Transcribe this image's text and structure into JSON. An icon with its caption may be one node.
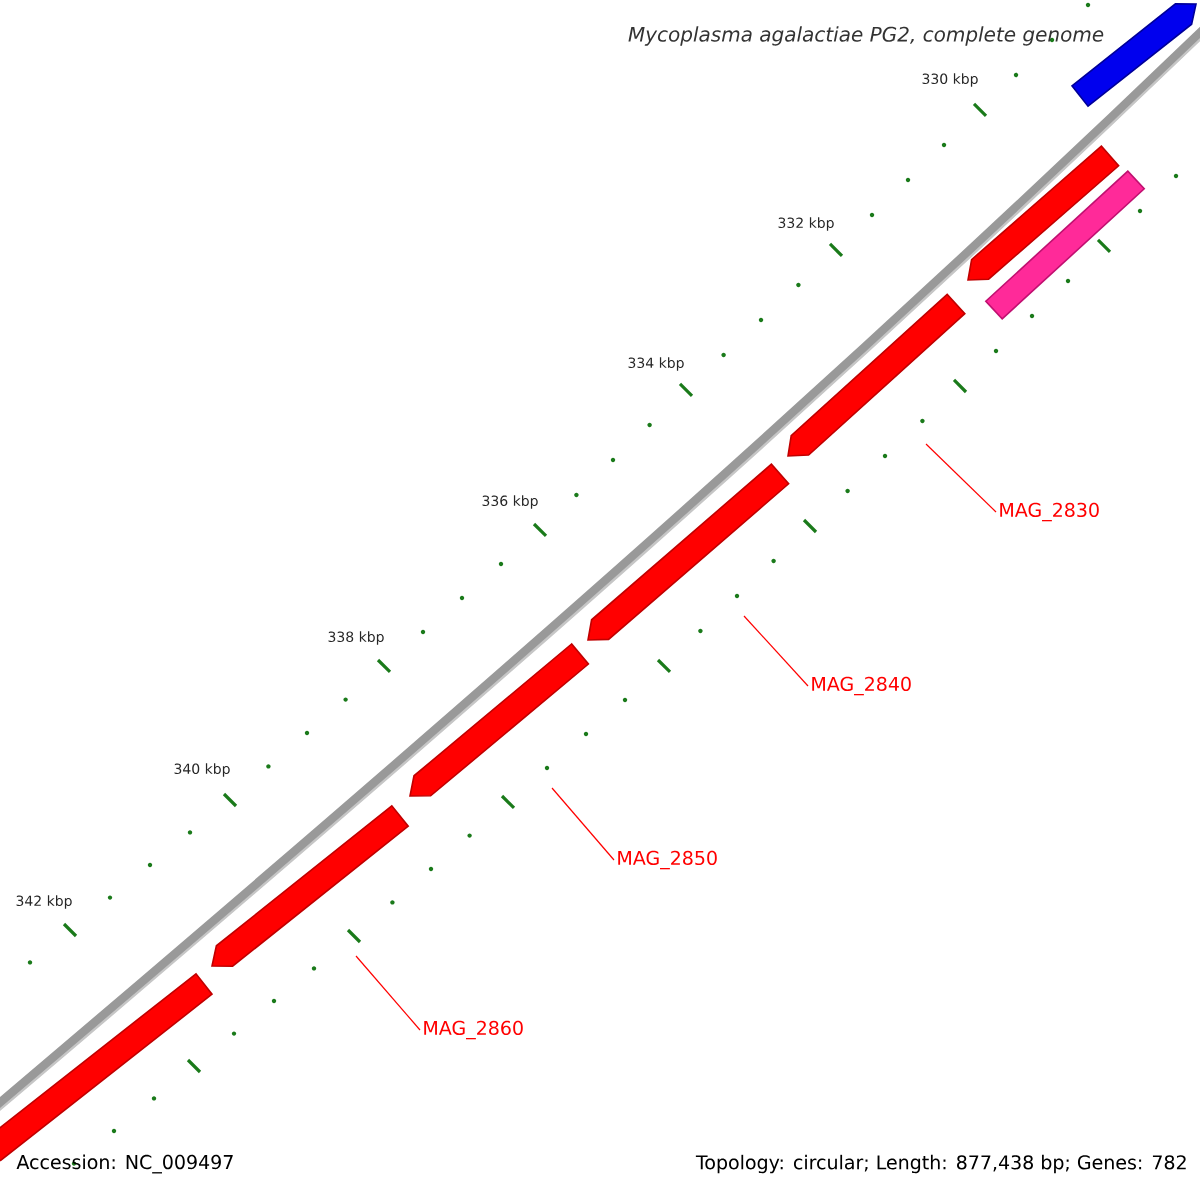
{
  "diagram": {
    "title": "Mycoplasma agalactiae PG2, complete genome",
    "nodes": [
      {
        "text": [
          "MAG_2830"
        ]
      },
      {
        "text": [
          "MAG_2840"
        ]
      },
      {
        "text": [
          "MAG_2850"
        ]
      },
      {
        "text": [
          "MAG_2860"
        ]
      }
    ],
    "edges": [
      {
        "from": 0,
        "to": null,
        "arrow": "none"
      },
      {
        "from": 1,
        "to": null,
        "arrow": "none"
      },
      {
        "from": 2,
        "to": null,
        "arrow": "none"
      },
      {
        "from": 3,
        "to": null,
        "arrow": "none"
      }
    ],
    "labels": [
      "330 kbp",
      "332 kbp",
      "334 kbp",
      "336 kbp",
      "338 kbp",
      "340 kbp",
      "342 kbp",
      "Accession: NC_009497",
      "Topology: circular; Length: 877,438 bp; Genes: 782"
    ]
  }
}
